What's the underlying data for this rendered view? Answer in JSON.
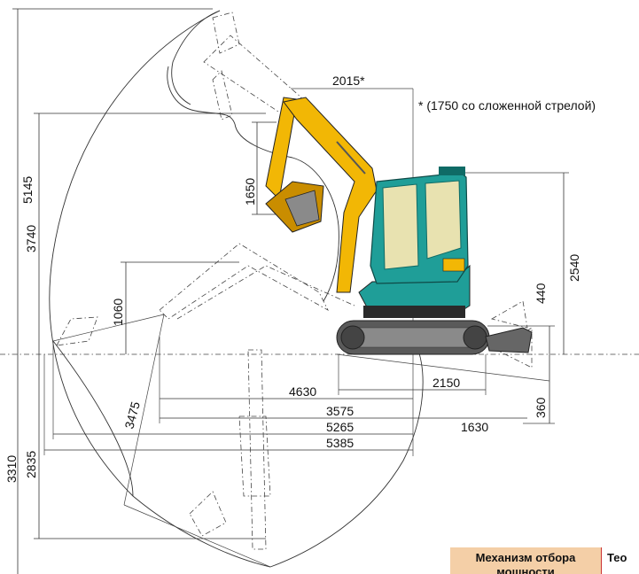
{
  "dimensions": {
    "d5145": "5145",
    "d3740": "3740",
    "d1650": "1650",
    "d2015": "2015*",
    "d_note": "* (1750 со сложенной стрелой)",
    "d1060": "1060",
    "d2540": "2540",
    "d440": "440",
    "d3475": "3475",
    "d4630": "4630",
    "d2150": "2150",
    "d3575": "3575",
    "d5265": "5265",
    "d5385": "5385",
    "d1630": "1630",
    "d360": "360",
    "d3310": "3310",
    "d2835": "2835"
  },
  "table": {
    "col1": "Механизм отбора мощности",
    "col2": "Тео"
  },
  "colors": {
    "boom_yellow": "#f2b705",
    "cab_teal": "#1f9e98",
    "cab_dark": "#0f6b66",
    "track_gray": "#5a5a5a",
    "table_header": "#f4cfa7"
  }
}
